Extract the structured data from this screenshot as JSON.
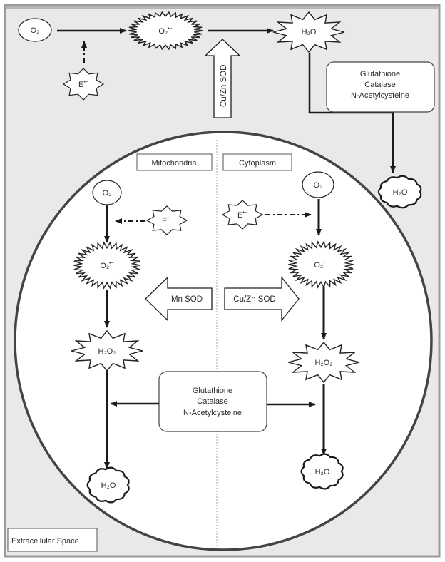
{
  "figure": {
    "regions": {
      "extracellular": "Extracellular Space",
      "mitochondria": "Mitochondria",
      "cytoplasm": "Cytoplasm"
    },
    "species": {
      "o2": "O₂",
      "superoxide_base": "O₂",
      "superoxide_sup": "•−",
      "radical_base": "E",
      "radical_sup": "•−",
      "h2o": "H₂O",
      "h2o2": "H₂O₂"
    },
    "enzymes": {
      "cuzn_sod": "Cu/Zn SOD",
      "mn_sod": "Mn SOD"
    },
    "antioxidants": [
      "Glutathione",
      "Catalase",
      "N-Acetylcysteine"
    ],
    "colors": {
      "frame_bg": "#e9e9e9",
      "cell_bg": "#ffffff",
      "stroke": "#1a1a1a",
      "frame_border": "#9a9a9a"
    }
  }
}
